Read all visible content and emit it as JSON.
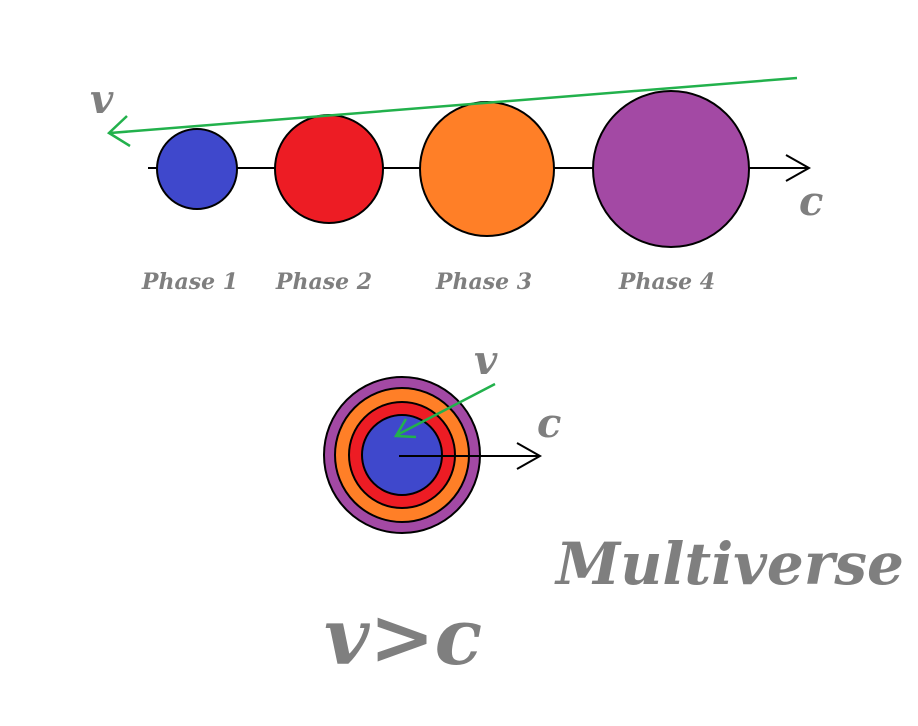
{
  "colors": {
    "phase1": "#3f48cc",
    "phase2": "#ed1c24",
    "phase3": "#ff7f27",
    "phase4": "#a349a4",
    "v_arrow": "#22b14c",
    "c_arrow": "#000000",
    "text": "#7f7f7f"
  },
  "top_diagram": {
    "v_label": "v",
    "c_label": "c",
    "phases": [
      {
        "label": "Phase 1",
        "color_key": "phase1"
      },
      {
        "label": "Phase 2",
        "color_key": "phase2"
      },
      {
        "label": "Phase 3",
        "color_key": "phase3"
      },
      {
        "label": "Phase 4",
        "color_key": "phase4"
      }
    ]
  },
  "bottom_diagram": {
    "v_label": "v",
    "c_label": "c",
    "ring_color_keys": [
      "phase4",
      "phase3",
      "phase2",
      "phase1"
    ]
  },
  "multiverse_label": "Multiverse",
  "v_gt_c_label": "v>c"
}
